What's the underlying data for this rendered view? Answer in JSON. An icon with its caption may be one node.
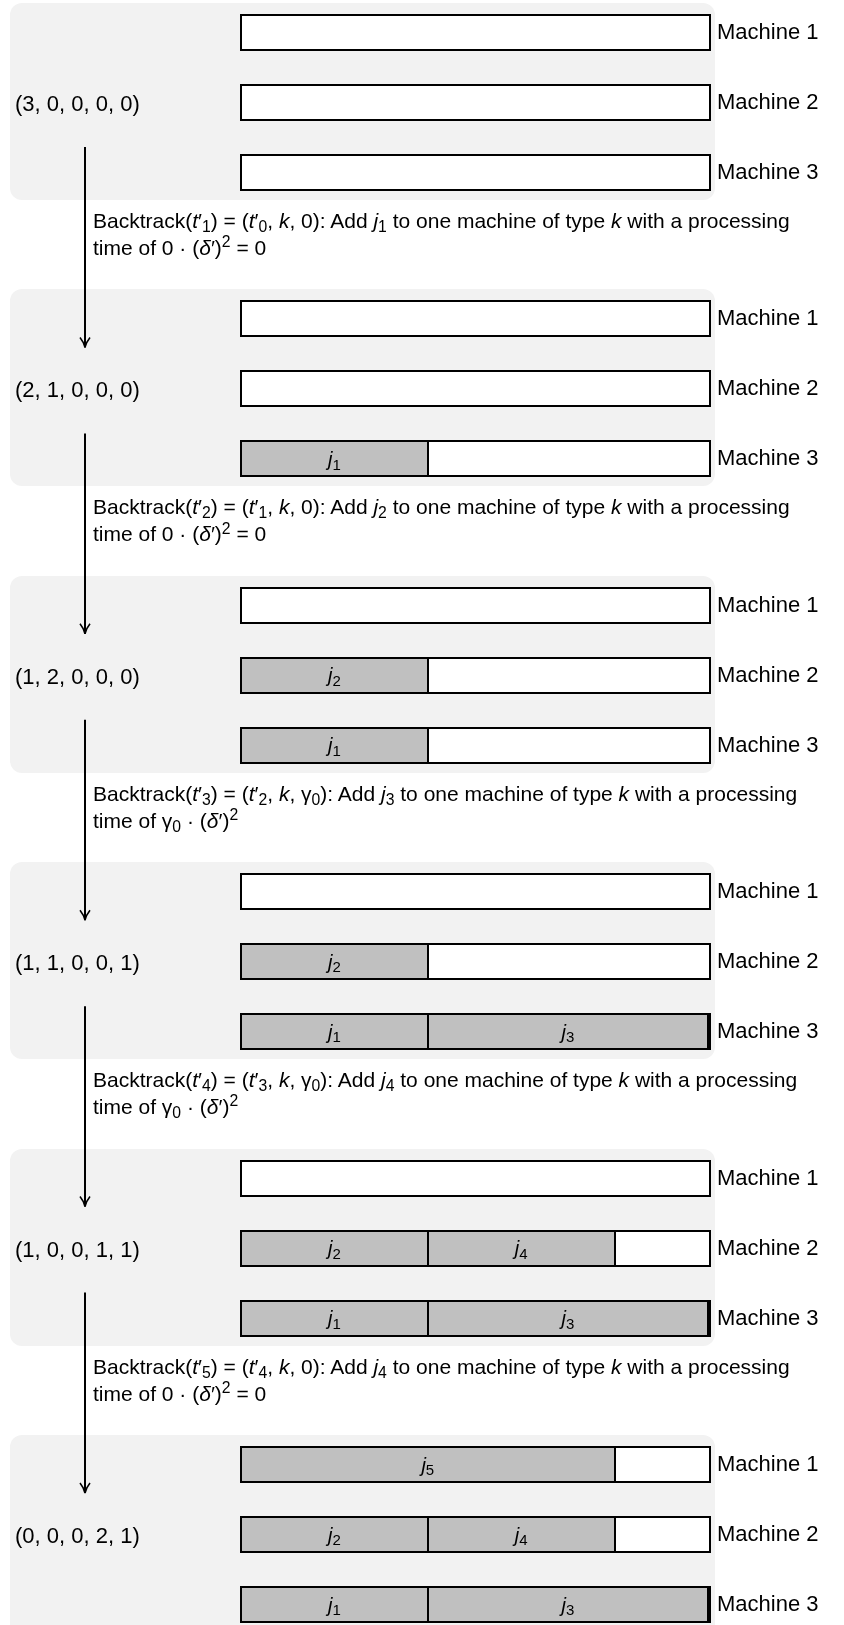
{
  "diagram": {
    "nodes": [
      {
        "text": [],
        "shape": "box"
      },
      {
        "text": [
          "(3, 0, 0, 0, 0)"
        ],
        "in": 0
      },
      {
        "text": [],
        "shape": "bar",
        "in": 0,
        "beside": [
          "Machine 1"
        ]
      },
      {
        "text": [],
        "shape": "bar",
        "in": 0,
        "beside": [
          "Machine 2"
        ]
      },
      {
        "text": [],
        "shape": "bar",
        "in": 0,
        "beside": [
          "Machine 3"
        ]
      },
      {
        "text": [],
        "shape": "box"
      },
      {
        "text": [
          "(2, 1, 0, 0, 0)"
        ],
        "in": 5
      },
      {
        "text": [],
        "shape": "bar",
        "in": 5,
        "beside": [
          "Machine 1"
        ]
      },
      {
        "text": [],
        "shape": "bar",
        "in": 5,
        "beside": [
          "Machine 2"
        ]
      },
      {
        "text": [],
        "shape": "bar",
        "in": 5,
        "beside": [
          "Machine 3"
        ]
      },
      {
        "text": [
          "*j*$_{1}$"
        ],
        "in": 9
      },
      {
        "text": [],
        "shape": "box"
      },
      {
        "text": [
          "(1, 2, 0, 0, 0)"
        ],
        "in": 11
      },
      {
        "text": [],
        "shape": "bar",
        "in": 11,
        "beside": [
          "Machine 1"
        ]
      },
      {
        "text": [],
        "shape": "bar",
        "in": 11,
        "beside": [
          "Machine 2"
        ]
      },
      {
        "text": [
          "*j*$_{2}$"
        ],
        "in": 14
      },
      {
        "text": [],
        "shape": "bar",
        "in": 11,
        "beside": [
          "Machine 3"
        ]
      },
      {
        "text": [
          "*j*$_{1}$"
        ],
        "in": 16
      },
      {
        "text": [],
        "shape": "box"
      },
      {
        "text": [
          "(1, 1, 0, 0, 1)"
        ],
        "in": 18
      },
      {
        "text": [],
        "shape": "bar",
        "in": 18,
        "beside": [
          "Machine 1"
        ]
      },
      {
        "text": [],
        "shape": "bar",
        "in": 18,
        "beside": [
          "Machine 2"
        ]
      },
      {
        "text": [
          "*j*$_{2}$"
        ],
        "in": 21
      },
      {
        "text": [],
        "shape": "bar",
        "in": 18,
        "beside": [
          "Machine 3"
        ]
      },
      {
        "text": [
          "*j*$_{1}$"
        ],
        "in": 23
      },
      {
        "text": [
          "*j*$_{3}$"
        ],
        "in": 23
      },
      {
        "text": [],
        "shape": "box"
      },
      {
        "text": [
          "(1, 0, 0, 1, 1)"
        ],
        "in": 26
      },
      {
        "text": [],
        "shape": "bar",
        "in": 26,
        "beside": [
          "Machine 1"
        ]
      },
      {
        "text": [],
        "shape": "bar",
        "in": 26,
        "beside": [
          "Machine 2"
        ]
      },
      {
        "text": [
          "*j*$_{2}$"
        ],
        "in": 29
      },
      {
        "text": [
          "*j*$_{4}$"
        ],
        "in": 29
      },
      {
        "text": [],
        "shape": "bar",
        "in": 26,
        "beside": [
          "Machine 3"
        ]
      },
      {
        "text": [
          "*j*$_{1}$"
        ],
        "in": 32
      },
      {
        "text": [
          "*j*$_{3}$"
        ],
        "in": 32
      },
      {
        "text": [],
        "shape": "box"
      },
      {
        "text": [
          "(0, 0, 0, 2, 1)"
        ],
        "in": 35
      },
      {
        "text": [],
        "shape": "bar",
        "in": 35,
        "beside": [
          "Machine 1"
        ]
      },
      {
        "text": [
          "*j*$_{5}$"
        ],
        "in": 37
      },
      {
        "text": [],
        "shape": "bar",
        "in": 35,
        "beside": [
          "Machine 2"
        ]
      },
      {
        "text": [
          "*j*$_{2}$"
        ],
        "in": 39
      },
      {
        "text": [
          "*j*$_{4}$"
        ],
        "in": 39
      },
      {
        "text": [],
        "shape": "bar",
        "in": 35,
        "beside": [
          "Machine 3"
        ]
      },
      {
        "text": [
          "*j*$_{1}$"
        ],
        "in": 42
      },
      {
        "text": [
          "*j*$_{3}$"
        ],
        "in": 42
      }
    ],
    "edges": [
      {
        "from": 1,
        "to": 6,
        "arrow": "to",
        "label": "Backtrack(*t*′$_{1}$) = (*t*′$_{0}$, *k*, 0): Add *j*$_{1}$ to one machine of type *k* with a processing time of 0 · (*δ*′)$^{2}$ = 0"
      },
      {
        "from": 6,
        "to": 12,
        "arrow": "to",
        "label": "Backtrack(*t*′$_{2}$) = (*t*′$_{1}$, *k*, 0): Add *j*$_{2}$ to one machine of type *k* with a processing time of 0 · (*δ*′)$^{2}$ = 0"
      },
      {
        "from": 12,
        "to": 19,
        "arrow": "to",
        "label": "Backtrack(*t*′$_{3}$) = (*t*′$_{2}$, *k*, γ$_{0}$): Add *j*$_{3}$ to one machine of type *k* with a processing time of γ$_{0}$ · (*δ*′)$^{2}$"
      },
      {
        "from": 19,
        "to": 27,
        "arrow": "to",
        "label": "Backtrack(*t*′$_{4}$) = (*t*′$_{3}$, *k*, γ$_{0}$): Add *j*$_{4}$ to one machine of type *k* with a processing time of γ$_{0}$ · (*δ*′)$^{2}$"
      },
      {
        "from": 27,
        "to": 36,
        "arrow": "to",
        "label": "Backtrack(*t*′$_{5}$) = (*t*′$_{4}$, *k*, 0): Add *j*$_{4}$ to one machine of type *k* with a processing time of 0 · (*δ*′)$^{2}$ = 0"
      }
    ]
  }
}
